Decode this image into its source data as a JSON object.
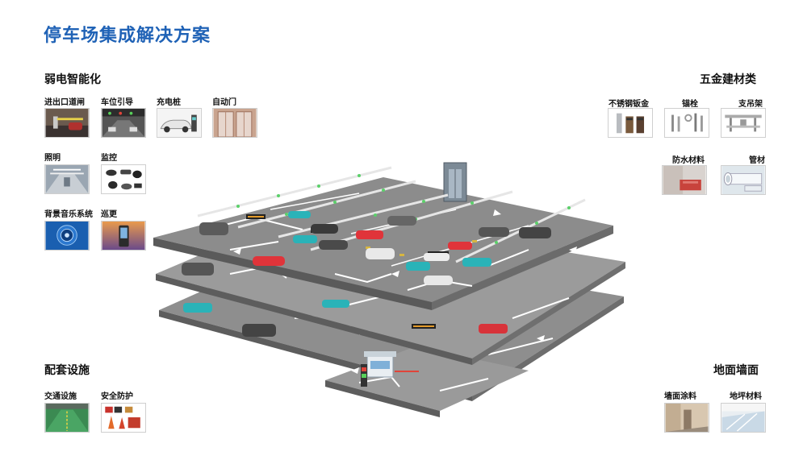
{
  "title": "停车场集成解决方案",
  "sections": {
    "weak": {
      "heading": "弱电智能化",
      "items": [
        "进出口道闸",
        "车位引导",
        "充电桩",
        "自动门",
        "照明",
        "监控",
        "背景音乐系统",
        "巡更"
      ]
    },
    "hardware": {
      "heading": "五金建材类",
      "items": [
        "不锈钢钣金",
        "锚栓",
        "支吊架",
        "防水材料",
        "管材"
      ]
    },
    "support": {
      "heading": "配套设施",
      "items": [
        "交通设施",
        "安全防护"
      ]
    },
    "floor": {
      "heading": "地面墙面",
      "items": [
        "墙面涂料",
        "地坪材料"
      ]
    }
  },
  "colors": {
    "title": "#1f62b6",
    "floor_gray": "#8e8e8e",
    "car_teal": "#2ab3b8",
    "car_red": "#e0343a",
    "guidance_light": "#5bd06a"
  }
}
